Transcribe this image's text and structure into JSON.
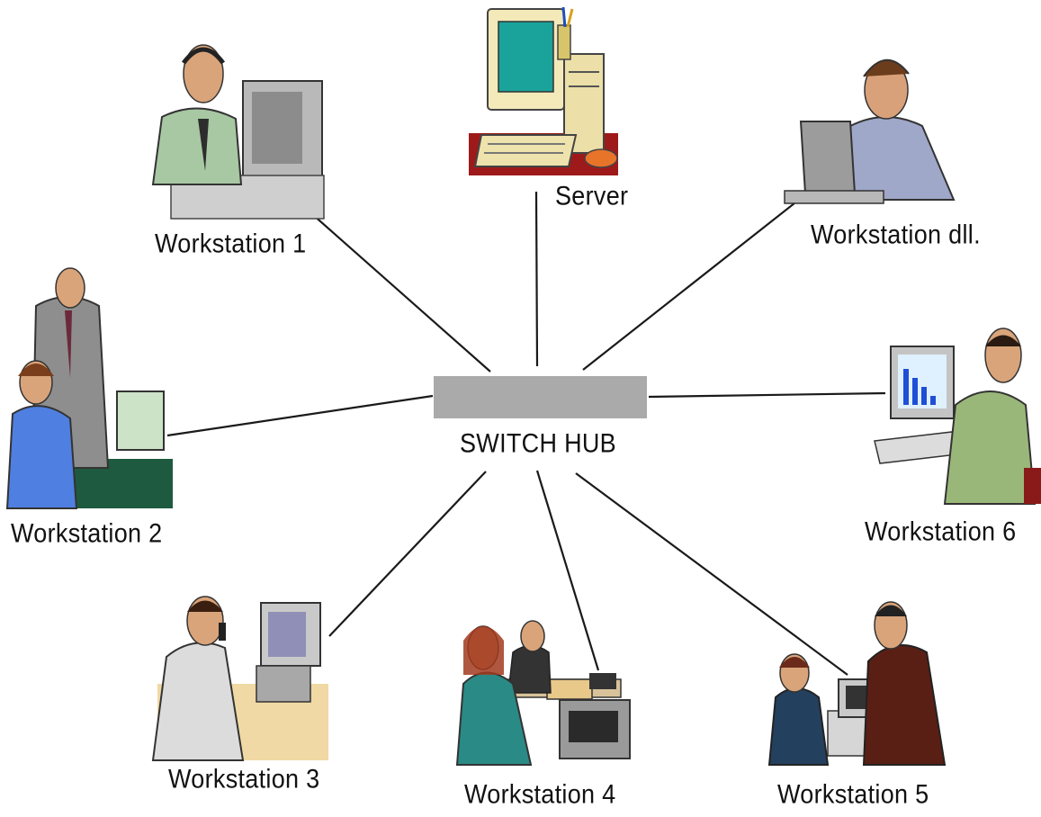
{
  "hub": {
    "label": "SWITCH HUB",
    "color": "#aaaaaa"
  },
  "nodes": [
    {
      "id": "server",
      "label": "Server",
      "icon": "server-computer-icon"
    },
    {
      "id": "ws1",
      "label": "Workstation 1",
      "icon": "man-at-computer-icon"
    },
    {
      "id": "wsdll",
      "label": "Workstation dll.",
      "icon": "man-with-laptop-icon"
    },
    {
      "id": "ws2",
      "label": "Workstation 2",
      "icon": "two-people-at-computer-icon"
    },
    {
      "id": "ws6",
      "label": "Workstation 6",
      "icon": "man-at-computer-with-chart-icon"
    },
    {
      "id": "ws3",
      "label": "Workstation 3",
      "icon": "man-on-phone-at-computer-icon"
    },
    {
      "id": "ws4",
      "label": "Workstation 4",
      "icon": "woman-at-counter-icon"
    },
    {
      "id": "ws5",
      "label": "Workstation 5",
      "icon": "two-people-at-terminal-icon"
    }
  ]
}
